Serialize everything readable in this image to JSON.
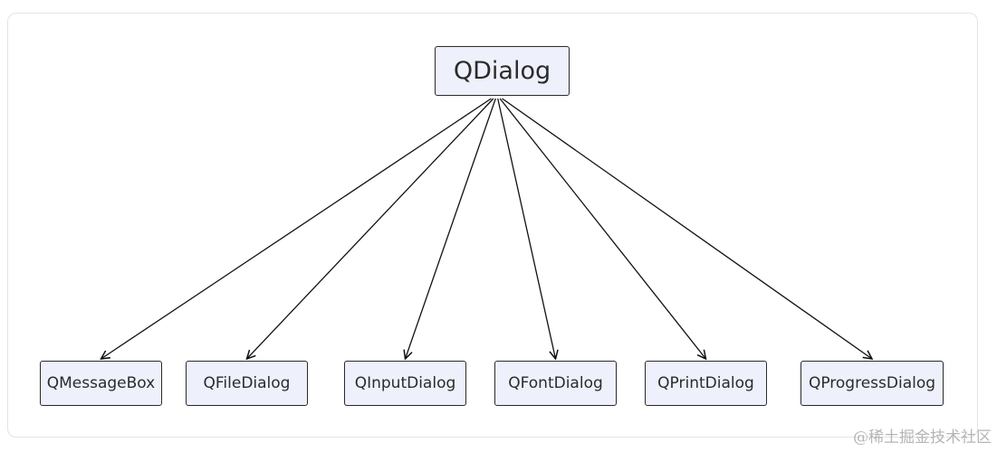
{
  "diagram": {
    "root": {
      "label": "QDialog"
    },
    "children": [
      {
        "label": "QMessageBox"
      },
      {
        "label": "QFileDialog"
      },
      {
        "label": "QInputDialog"
      },
      {
        "label": "QFontDialog"
      },
      {
        "label": "QPrintDialog"
      },
      {
        "label": "QProgressDialog"
      }
    ],
    "edge_style": "arrow"
  },
  "colors": {
    "node_fill": "#eef1fb",
    "node_border": "#2a2a2a",
    "edge": "#111111",
    "frame_border": "#e4e4e4"
  },
  "watermark": {
    "text": "@稀土掘金技术社区"
  }
}
